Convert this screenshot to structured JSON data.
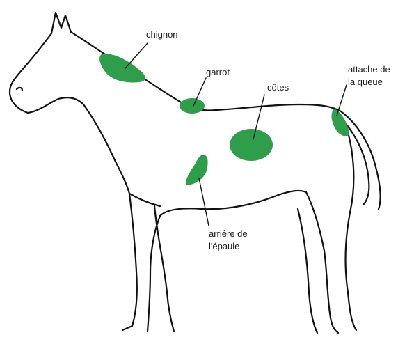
{
  "colors": {
    "zone_fill": "#2e9e4a",
    "outline": "#111111",
    "background": "#ffffff"
  },
  "labels": {
    "chignon": "chignon",
    "garrot": "garrot",
    "cotes": "côtes",
    "attache_line1": "attache de",
    "attache_line2": "la queue",
    "epaule_line1": "arrière de",
    "epaule_line2": "l'épaule"
  }
}
